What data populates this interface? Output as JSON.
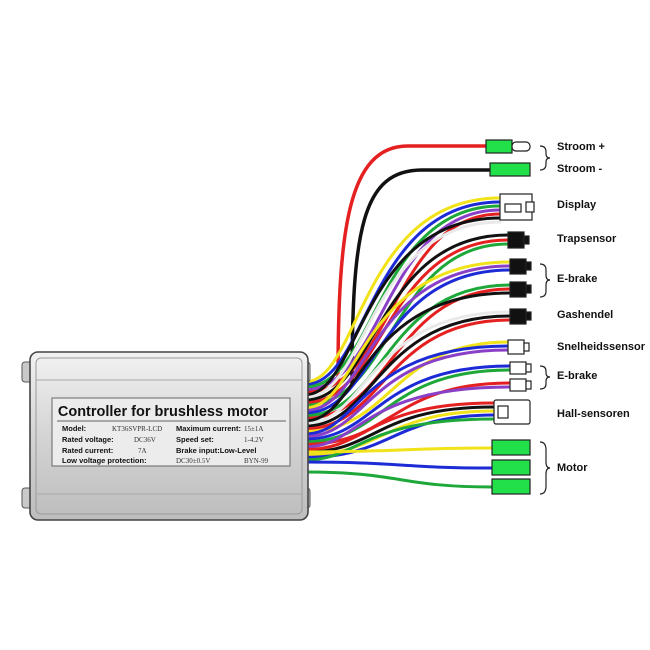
{
  "controller": {
    "title": "Controller for brushless motor",
    "specs": [
      {
        "label": "Model:",
        "value": "KT36SVPR-LCD"
      },
      {
        "label": "Maximum current:",
        "value": "15±1A"
      },
      {
        "label": "Rated voltage:",
        "value": "DC36V"
      },
      {
        "label": "Speed set:",
        "value": "1-4.2V"
      },
      {
        "label": "Rated current:",
        "value": "7A"
      },
      {
        "label": "Brake input:Low-Level",
        "value": ""
      },
      {
        "label": "Low voltage protection:",
        "value": "DC30±0.5V"
      },
      {
        "label": "BYN-99",
        "value": ""
      }
    ]
  },
  "labels": {
    "stroom_plus": "Stroom +",
    "stroom_min": "Stroom -",
    "display": "Display",
    "trapsensor": "Trapsensor",
    "ebrake1": "E-brake",
    "gashendel": "Gashendel",
    "snelheidssensor": "Snelheidssensor",
    "ebrake2": "E-brake",
    "hall": "Hall-sensoren",
    "motor": "Motor"
  },
  "colors": {
    "connector_green": "#22e04a",
    "wire_red": "#e52020",
    "wire_black": "#111111",
    "wire_yellow": "#f2e21a",
    "wire_blue": "#1c2bd6",
    "wire_green": "#1fa83a",
    "wire_purple": "#8a3fc7",
    "wire_white": "#e9e9e9",
    "box_fill": "#dcdcdc"
  }
}
